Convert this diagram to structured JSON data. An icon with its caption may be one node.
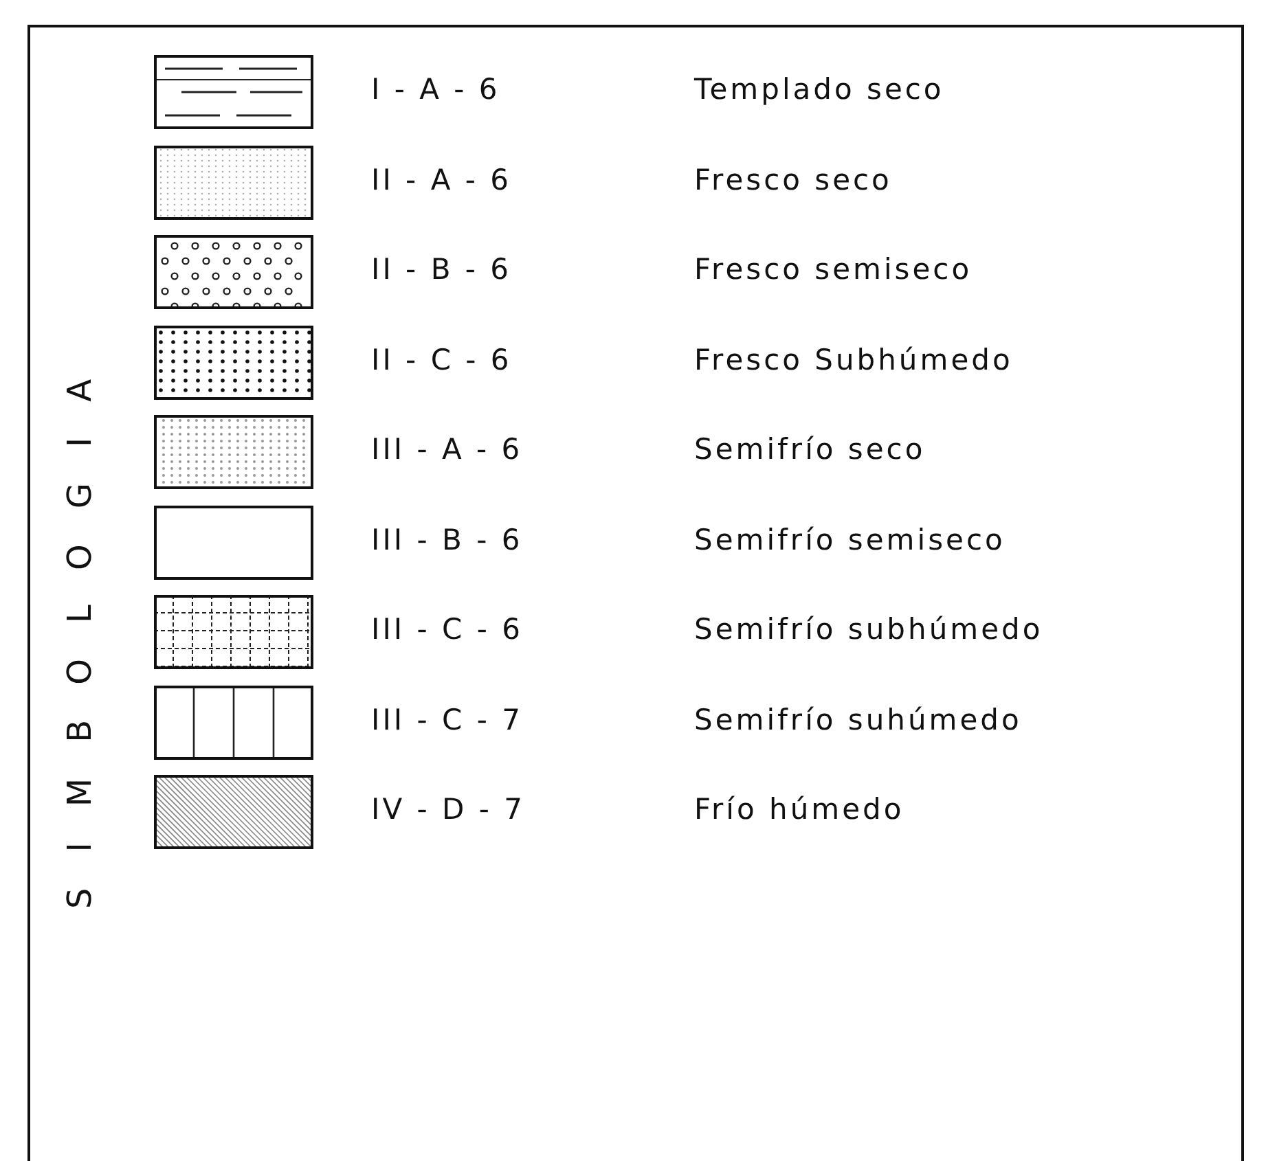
{
  "diagram": {
    "title": "SIMBOLOGIA",
    "labels": [
      "I - A - 6",
      "II - A - 6",
      "II - B - 6",
      "II - C - 6",
      "III - A - 6",
      "III - B - 6",
      "III - C - 6",
      "III - C - 7",
      "IV - D - 7"
    ],
    "legend": [
      {
        "text": "Templado seco"
      },
      {
        "text": "Fresco seco"
      },
      {
        "text": "Fresco semiseco"
      },
      {
        "text": "Fresco Subhúmedo"
      },
      {
        "text": "Semifrío seco"
      },
      {
        "text": "Semifrío semiseco"
      },
      {
        "text": "Semifrío subhúmedo"
      },
      {
        "text": "Semifrío suhúmedo"
      },
      {
        "text": "Frío húmedo"
      }
    ]
  }
}
